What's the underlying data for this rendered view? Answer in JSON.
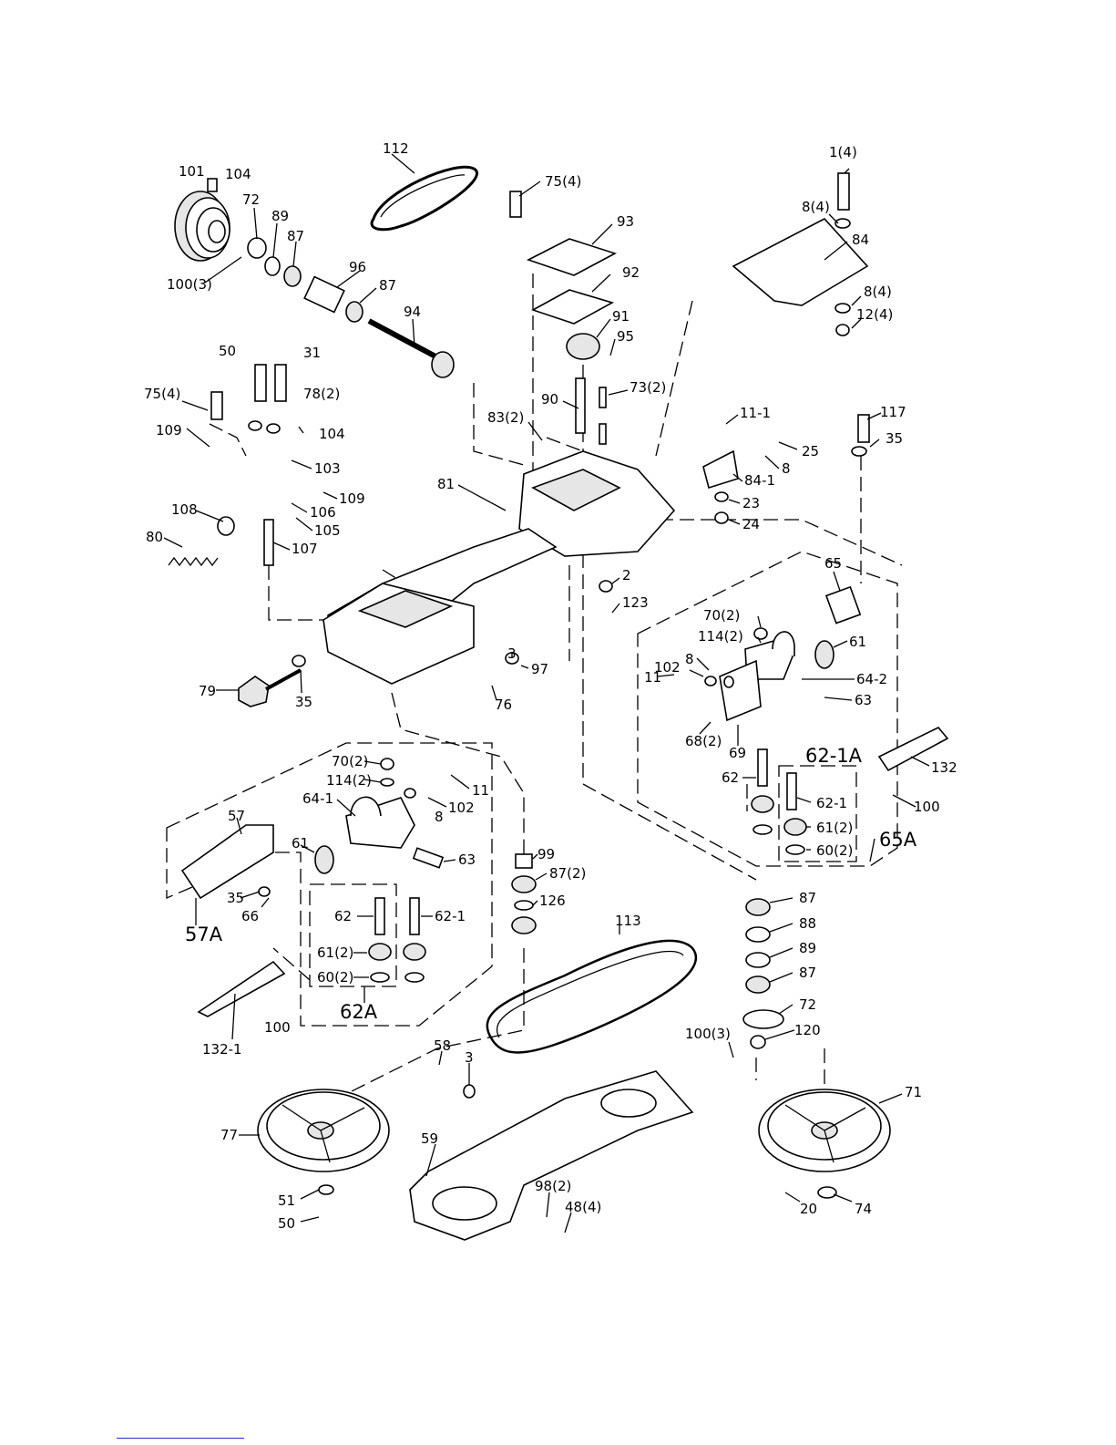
{
  "diagram": {
    "labels": [
      "1(4)",
      "104",
      "101",
      "112",
      "75(4)",
      "72",
      "89",
      "87",
      "93",
      "8(4)",
      "84",
      "100(3)",
      "96",
      "87",
      "92",
      "94",
      "8(4)",
      "12(4)",
      "91",
      "95",
      "50",
      "31",
      "73(2)",
      "75(4)",
      "78(2)",
      "90",
      "117",
      "83(2)",
      "11-1",
      "109",
      "104",
      "25",
      "35",
      "8",
      "103",
      "84-1",
      "109",
      "106",
      "81",
      "23",
      "108",
      "105",
      "24",
      "80",
      "107",
      "2",
      "65",
      "123",
      "70(2)",
      "114(2)",
      "61",
      "3",
      "97",
      "102",
      "8",
      "64-2",
      "11",
      "63",
      "79",
      "35",
      "76",
      "68(2)",
      "69",
      "62-1A",
      "132",
      "70(2)",
      "114(2)",
      "11",
      "102",
      "8",
      "62",
      "62-1",
      "64-1",
      "100",
      "57",
      "61(2)",
      "61",
      "63",
      "99",
      "60(2)",
      "65A",
      "87(2)",
      "35",
      "66",
      "126",
      "62",
      "62-1",
      "57A",
      "87",
      "113",
      "88",
      "61(2)",
      "60(2)",
      "89",
      "87",
      "62A",
      "132-1",
      "100",
      "72",
      "100(3)",
      "120",
      "58",
      "3",
      "71",
      "77",
      "59",
      "98(2)",
      "48(4)",
      "51",
      "20",
      "74",
      "50"
    ]
  }
}
